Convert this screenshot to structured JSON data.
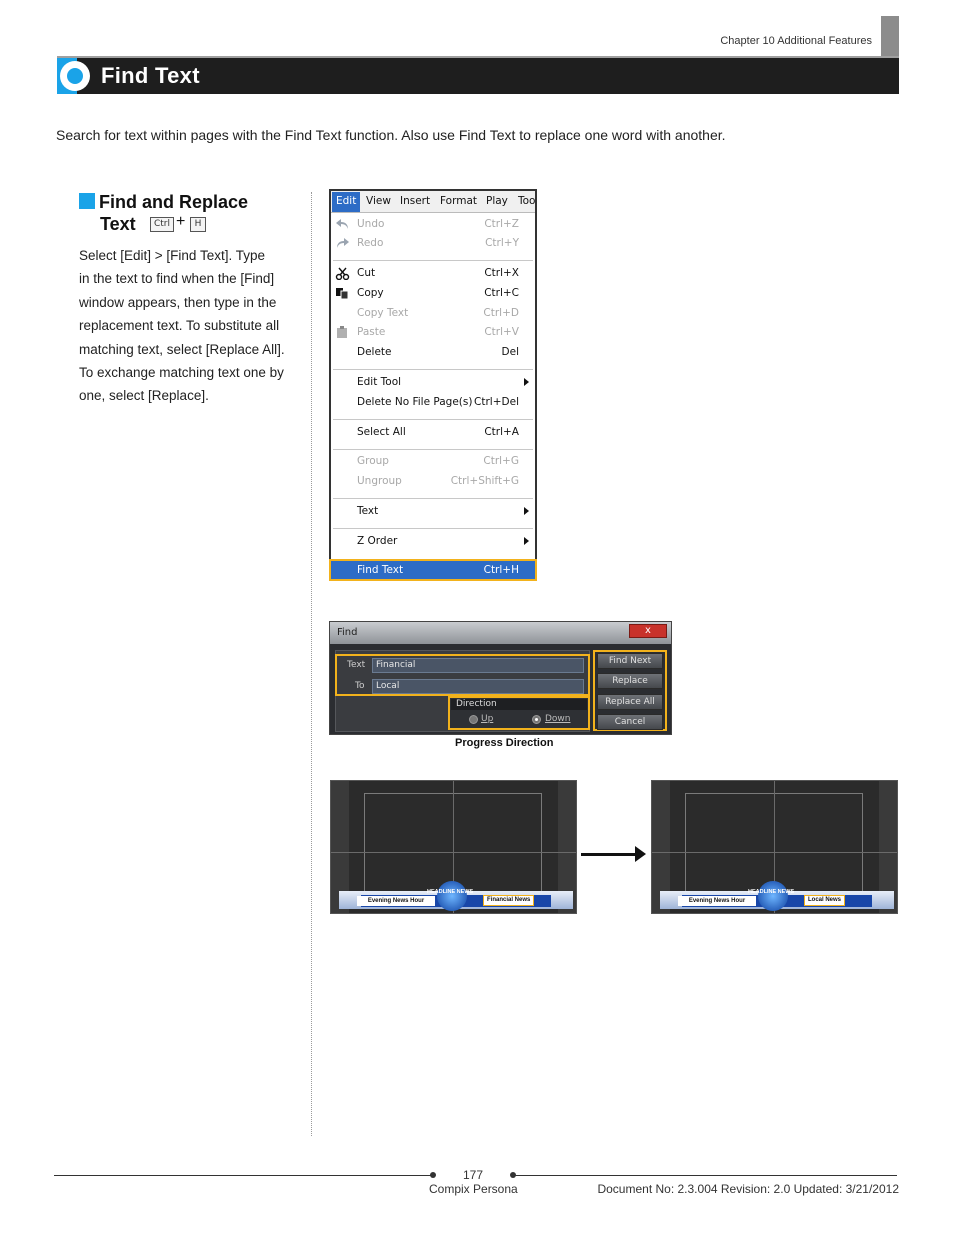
{
  "header": {
    "chapter": "Chapter 10 Additional Features",
    "title": "Find Text",
    "accent_color": "#1aa3e8"
  },
  "intro": "Search for text within pages with the Find Text function. Also use Find Text to replace one word with another.",
  "section": {
    "title_line1": "Find and Replace",
    "title_line2": "Text",
    "key1": "Ctrl",
    "plus": "+",
    "key2": "H",
    "body_lines": [
      "Select [Edit] > [Find Text]. Type",
      "in the text to find when the [Find]",
      "window appears, then type in the",
      "replacement text. To substitute all",
      "matching text, select [Replace All].",
      "To exchange matching text one by",
      "one, select [Replace]."
    ]
  },
  "edit_menu": {
    "menubar": [
      "Edit",
      "View",
      "Insert",
      "Format",
      "Play",
      "Too"
    ],
    "items": {
      "undo": {
        "label": "Undo",
        "shortcut": "Ctrl+Z"
      },
      "redo": {
        "label": "Redo",
        "shortcut": "Ctrl+Y"
      },
      "cut": {
        "label": "Cut",
        "shortcut": "Ctrl+X"
      },
      "copy": {
        "label": "Copy",
        "shortcut": "Ctrl+C"
      },
      "copy_text": {
        "label": "Copy Text",
        "shortcut": "Ctrl+D"
      },
      "paste": {
        "label": "Paste",
        "shortcut": "Ctrl+V"
      },
      "delete": {
        "label": "Delete",
        "shortcut": "Del"
      },
      "edit_tool": {
        "label": "Edit Tool"
      },
      "delete_no_file": {
        "label": "Delete No File Page(s)",
        "shortcut": "Ctrl+Del"
      },
      "select_all": {
        "label": "Select All",
        "shortcut": "Ctrl+A"
      },
      "group": {
        "label": "Group",
        "shortcut": "Ctrl+G"
      },
      "ungroup": {
        "label": "Ungroup",
        "shortcut": "Ctrl+Shift+G"
      },
      "text": {
        "label": "Text"
      },
      "z_order": {
        "label": "Z Order"
      },
      "find_text": {
        "label": "Find Text",
        "shortcut": "Ctrl+H"
      }
    }
  },
  "find_dialog": {
    "title": "Find",
    "close": "x",
    "text_label": "Text",
    "text_value": "Financial",
    "to_label": "To",
    "to_value": "Local",
    "direction_label": "Direction",
    "up_label": "Up",
    "down_label": "Down",
    "buttons": [
      "Find Next",
      "Replace",
      "Replace All",
      "Cancel"
    ],
    "caption": "Progress Direction"
  },
  "preview_before": {
    "headline": "HEADLINE NEWS",
    "left_text": "Evening News Hour",
    "right_text": "Financial News"
  },
  "preview_after": {
    "headline": "HEADLINE NEWS",
    "left_text": "Evening News Hour",
    "right_text": "Local News"
  },
  "footer": {
    "page": "177",
    "product": "Compix Persona",
    "doc_info": "Document No: 2.3.004 Revision: 2.0 Updated: 3/21/2012"
  }
}
